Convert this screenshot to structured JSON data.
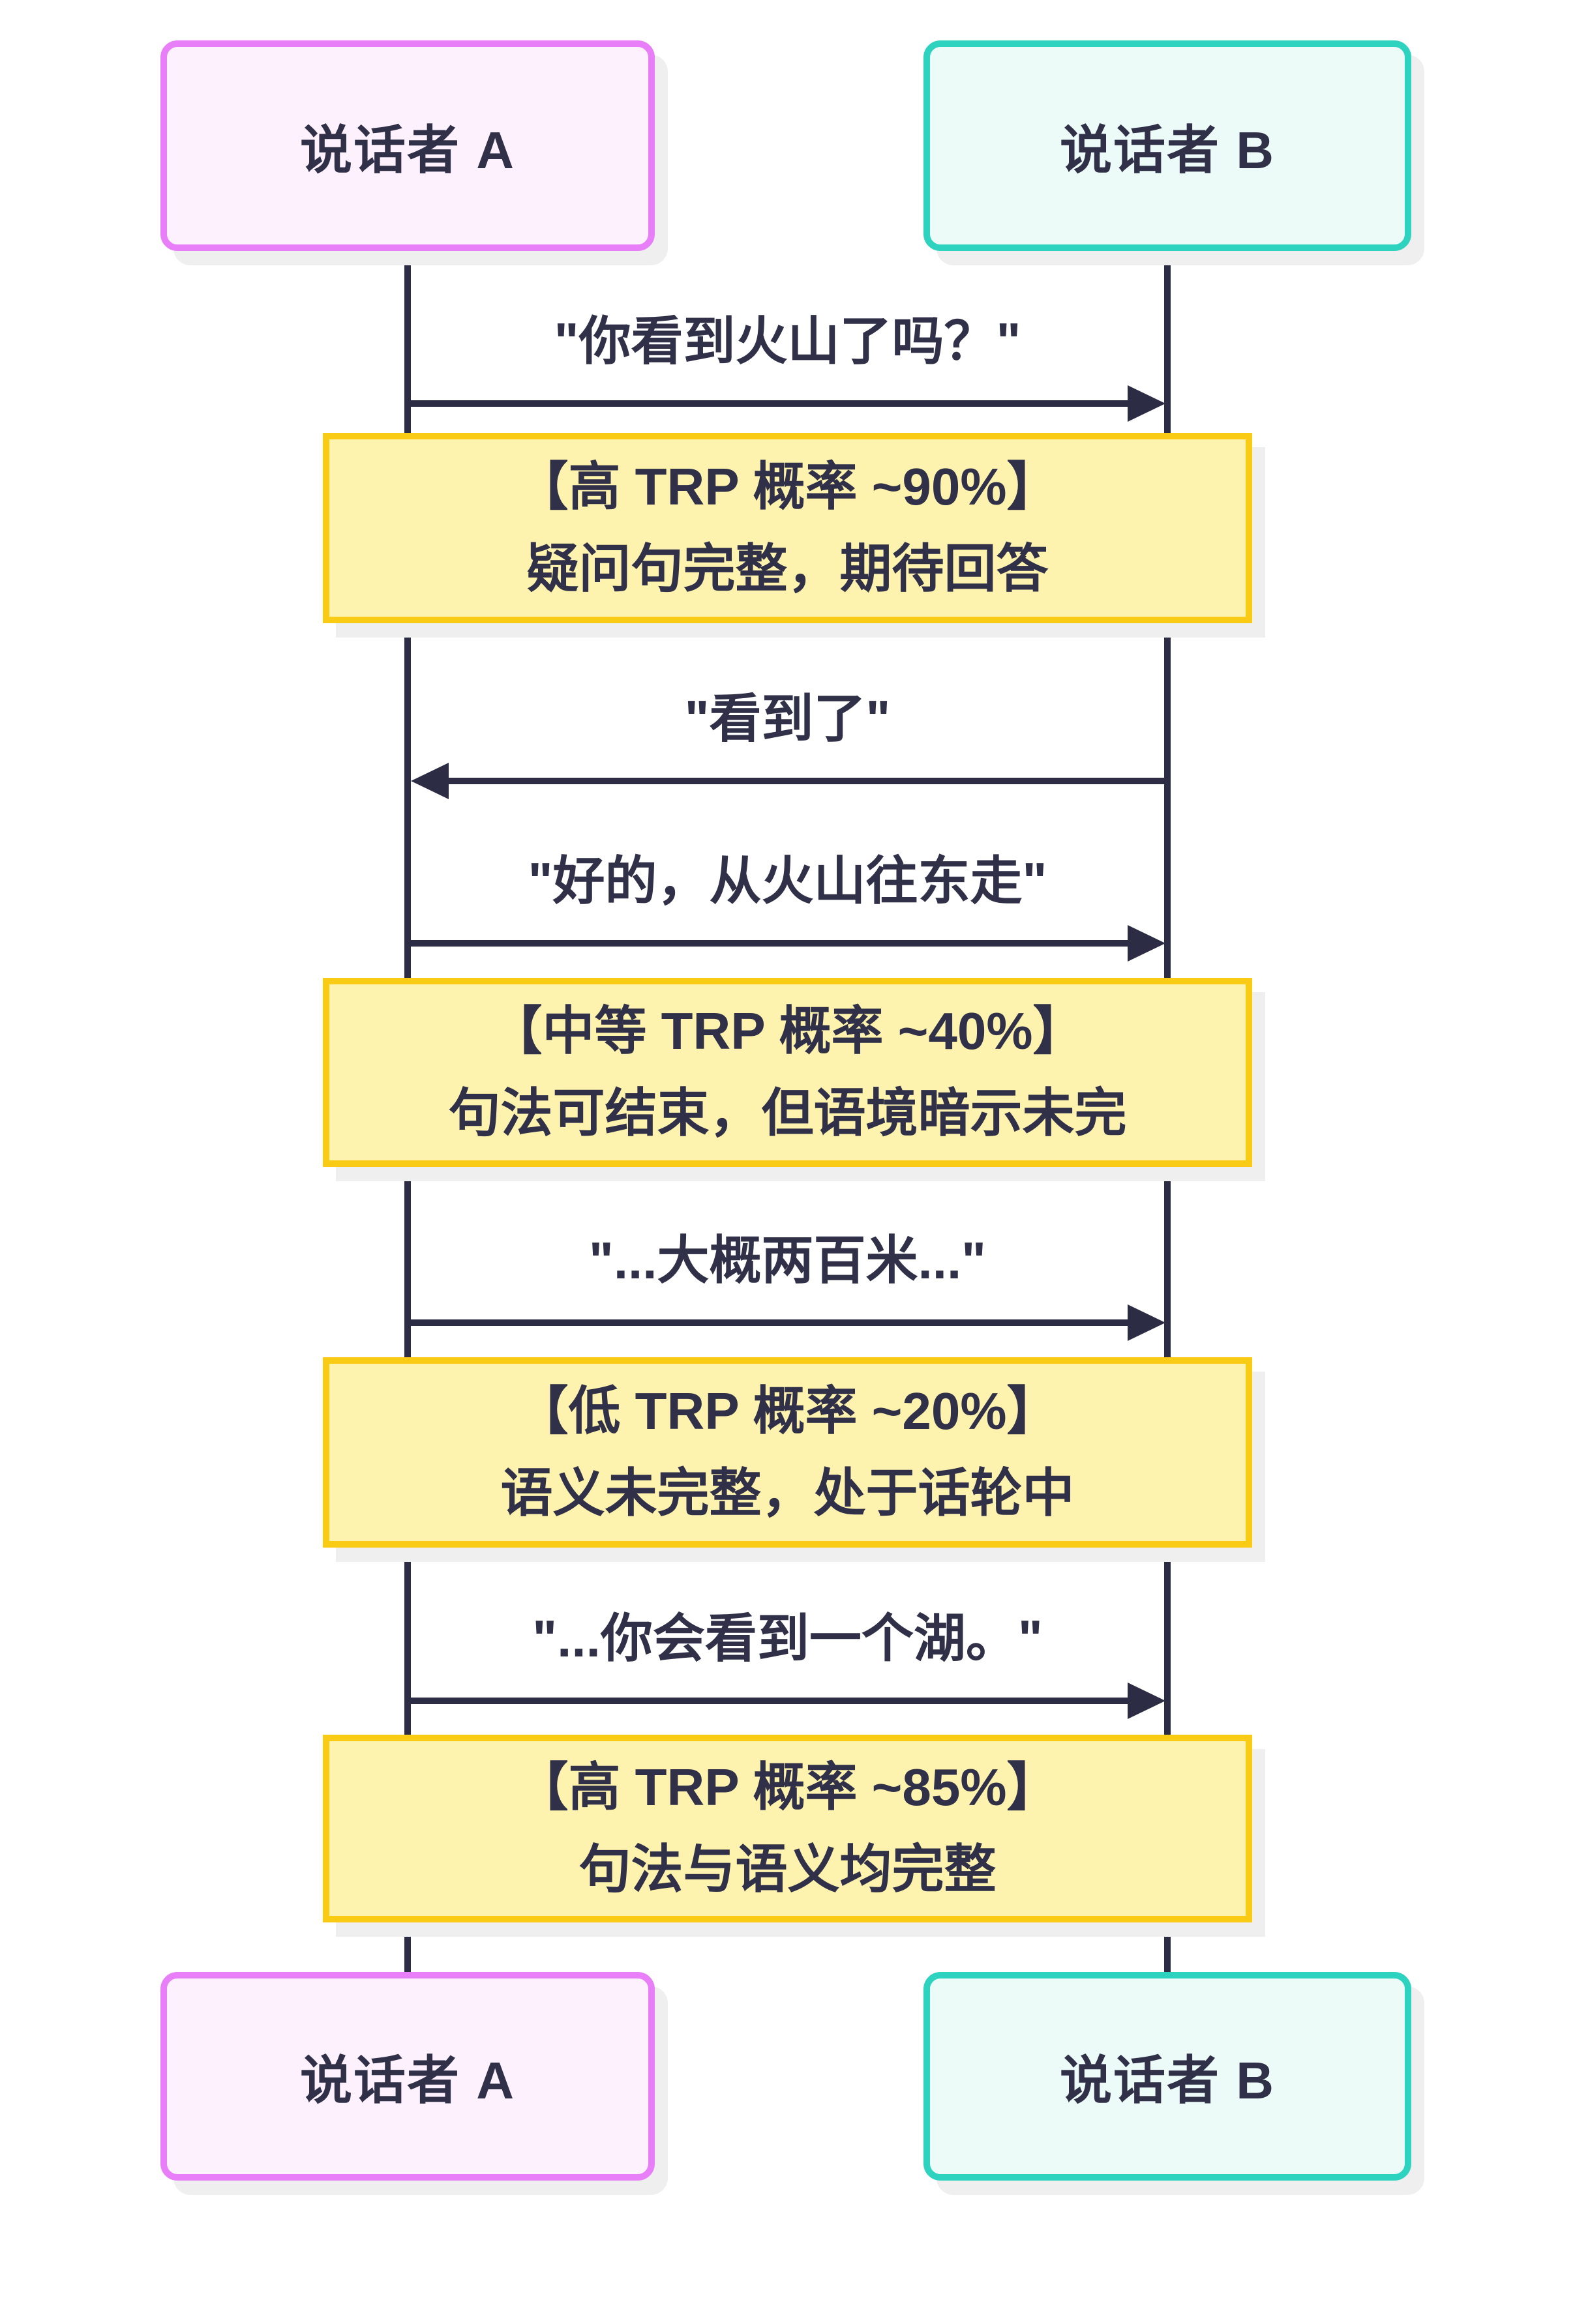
{
  "diagram": {
    "type": "sequence-diagram",
    "actors": [
      {
        "id": "A",
        "label": "说话者 A",
        "border_color": "#e87ef8",
        "fill_color": "#fdf1fe"
      },
      {
        "id": "B",
        "label": "说话者 B",
        "border_color": "#2ed3c0",
        "fill_color": "#ecfbf8"
      }
    ],
    "messages": [
      {
        "from": "A",
        "to": "B",
        "direction": "right",
        "text": "\"你看到火山了吗？\""
      },
      {
        "from": "B",
        "to": "A",
        "direction": "left",
        "text": "\"看到了\""
      },
      {
        "from": "A",
        "to": "B",
        "direction": "right",
        "text": "\"好的，从火山往东走\""
      },
      {
        "from": "A",
        "to": "B",
        "direction": "right",
        "text": "\"...大概两百米...\""
      },
      {
        "from": "A",
        "to": "B",
        "direction": "right",
        "text": "\"...你会看到一个湖。\""
      }
    ],
    "notes": [
      {
        "title": "【高 TRP 概率 ~90%】",
        "body": "疑问句完整，期待回答"
      },
      {
        "title": "【中等 TRP 概率 ~40%】",
        "body": "句法可结束，但语境暗示未完"
      },
      {
        "title": "【低 TRP 概率 ~20%】",
        "body": "语义未完整，处于话轮中"
      },
      {
        "title": "【高 TRP 概率 ~85%】",
        "body": "句法与语义均完整"
      }
    ],
    "colors": {
      "background": "#ffffff",
      "line": "#2c2c44",
      "text": "#303048",
      "note_border": "#f9cb15",
      "note_fill": "#fef3ae",
      "shadow": "#efefef"
    }
  }
}
